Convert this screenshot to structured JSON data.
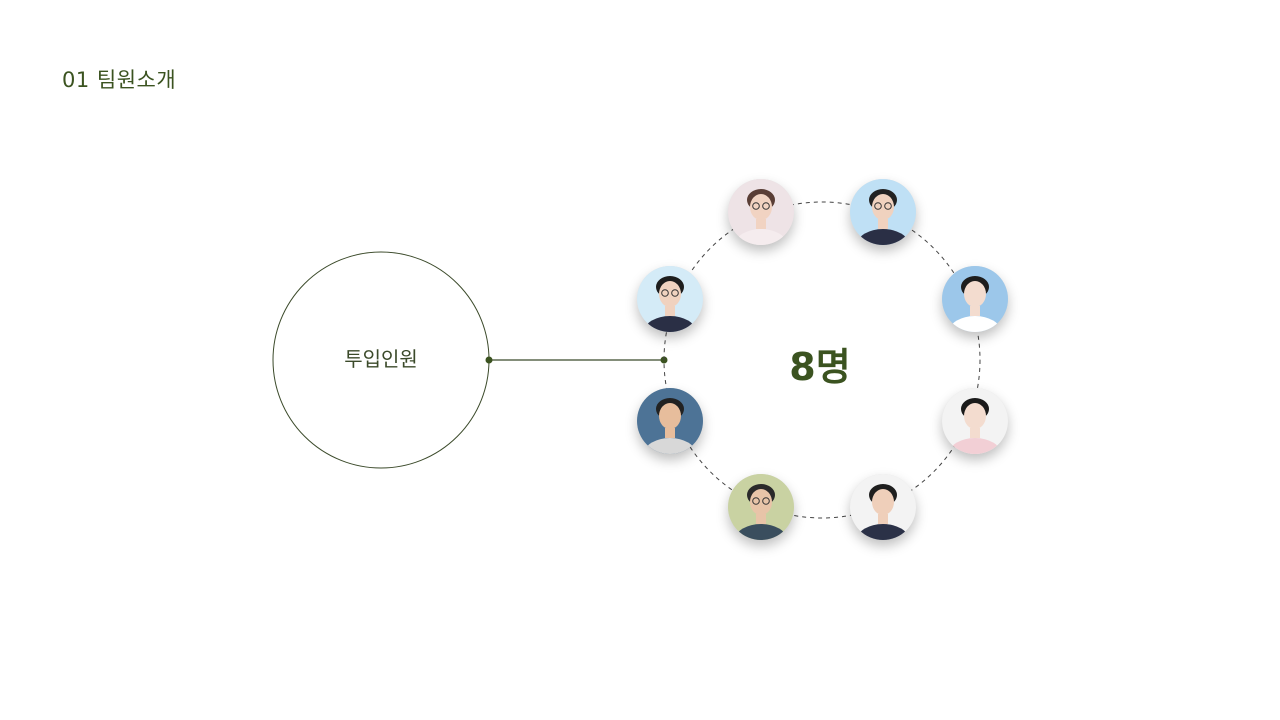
{
  "header": {
    "title": "01 팀원소개"
  },
  "diagram": {
    "source_label": "투입인원",
    "count_label": "8명",
    "accent_color": "#3b5320"
  },
  "members": [
    {
      "bg": "#eee3e6",
      "hair": "#5a3e36",
      "skin": "#f1d3c2",
      "clothes": "#f5ecee",
      "glasses": true
    },
    {
      "bg": "#bfe0f5",
      "hair": "#222222",
      "skin": "#f0d2bf",
      "clothes": "#2a2f45",
      "glasses": true
    },
    {
      "bg": "#9cc7ea",
      "hair": "#1d1d1d",
      "skin": "#f3dccf",
      "clothes": "#ffffff",
      "glasses": false
    },
    {
      "bg": "#f3f3f3",
      "hair": "#1a1a1a",
      "skin": "#f3dccf",
      "clothes": "#f2cfd5",
      "glasses": false
    },
    {
      "bg": "#f3f3f3",
      "hair": "#1f1f1f",
      "skin": "#efcfba",
      "clothes": "#2b3147",
      "glasses": false
    },
    {
      "bg": "#c9d2a2",
      "hair": "#2a2a2a",
      "skin": "#e8c4a8",
      "clothes": "#3a4e5e",
      "glasses": true
    },
    {
      "bg": "#4d7396",
      "hair": "#222222",
      "skin": "#e7bd9c",
      "clothes": "#d8d8d8",
      "glasses": false
    },
    {
      "bg": "#d4ebf7",
      "hair": "#1d1d1d",
      "skin": "#f0d2bf",
      "clothes": "#2a2f45",
      "glasses": true
    }
  ]
}
